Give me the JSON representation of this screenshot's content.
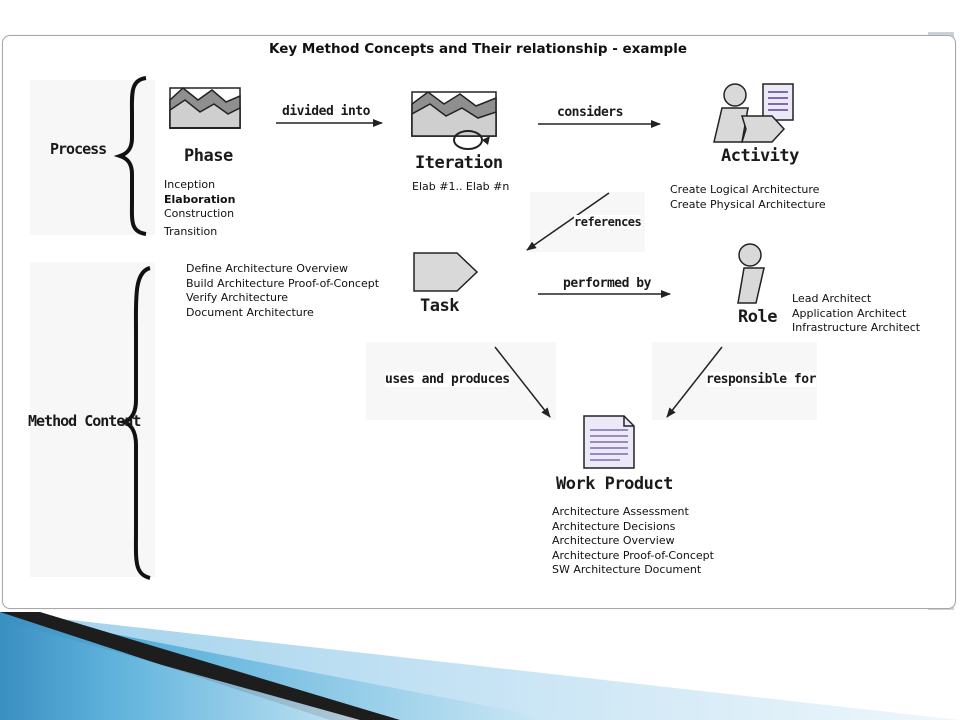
{
  "title": "Key Method Concepts and Their relationship - example",
  "sections": {
    "process": "Process",
    "method_content": "Method Content"
  },
  "concepts": {
    "phase": "Phase",
    "iteration": "Iteration",
    "activity": "Activity",
    "task": "Task",
    "role": "Role",
    "work_product": "Work Product"
  },
  "relations": {
    "divided_into": "divided into",
    "considers": "considers",
    "references": "references",
    "performed_by": "performed by",
    "uses_and_produces": "uses and produces",
    "responsible_for": "responsible for"
  },
  "phase_items": [
    "Inception",
    "Elaboration",
    "Construction",
    "Transition"
  ],
  "iteration_items": [
    "Elab #1.. Elab #n"
  ],
  "activity_items": [
    "Create Logical Architecture",
    "Create Physical Architecture"
  ],
  "task_items": [
    "Define Architecture Overview",
    "Build Architecture Proof-of-Concept",
    "Verify Architecture",
    "Document Architecture"
  ],
  "role_items": [
    "Lead Architect",
    "Application Architect",
    "Infrastructure Architect"
  ],
  "work_product_items": [
    "Architecture Assessment",
    "Architecture Decisions",
    "Architecture Overview",
    "Architecture Proof-of-Concept",
    "SW Architecture Document"
  ],
  "colors": {
    "icon_fill": "#d9d9d9",
    "icon_dark": "#8c8c8c",
    "doc_lines": "#7b6ea8",
    "doc_fill": "#ede8f8",
    "wedge_dark": "#1d1d1d",
    "wedge_blue": "#3a8fc2",
    "wedge_light": "#9fd0ec"
  }
}
